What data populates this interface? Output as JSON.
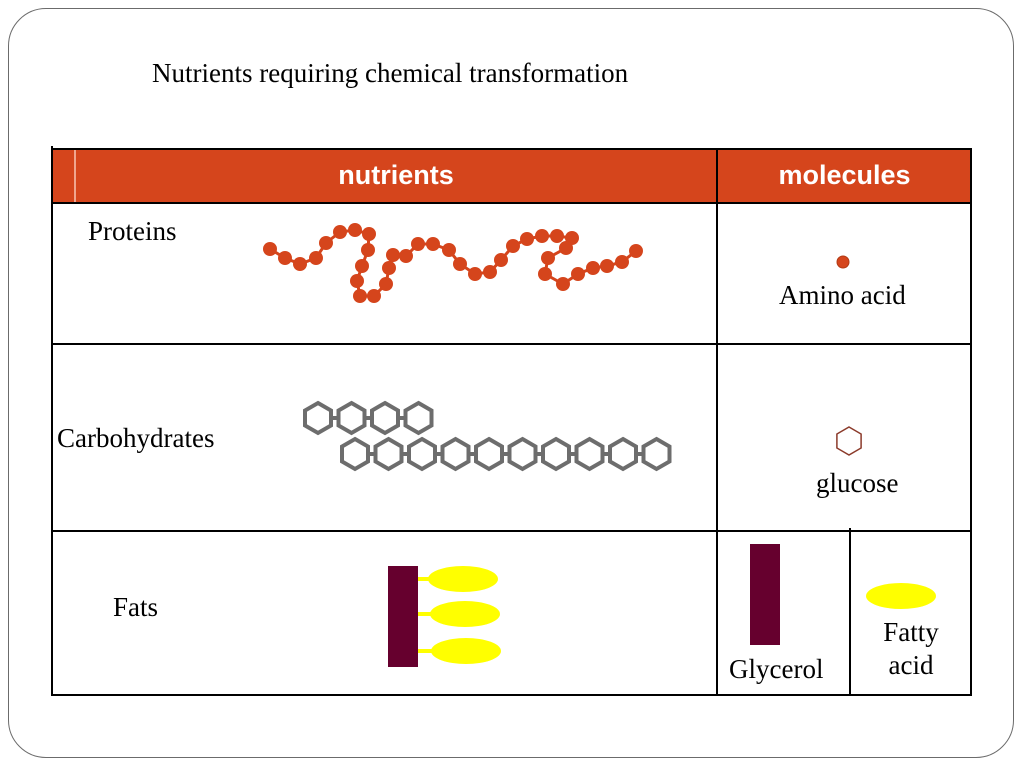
{
  "title": "Nutrients requiring chemical transformation",
  "table": {
    "headers": {
      "nutrients": "nutrients",
      "molecules": "molecules"
    },
    "rows": [
      {
        "nutrient": "Proteins",
        "molecule": "Amino acid"
      },
      {
        "nutrient": "Carbohydrates",
        "molecule": "glucose"
      },
      {
        "nutrient": "Fats",
        "molecules": [
          "Glycerol",
          "Fatty acid"
        ]
      }
    ]
  },
  "colors": {
    "header_bg": "#d5451c",
    "amino_acid": "#d5451c",
    "glucose_outline": "#8b3a2a",
    "carb_chain": "#6d6d6d",
    "glycerol": "#66002e",
    "fatty_acid": "#ffff00"
  }
}
